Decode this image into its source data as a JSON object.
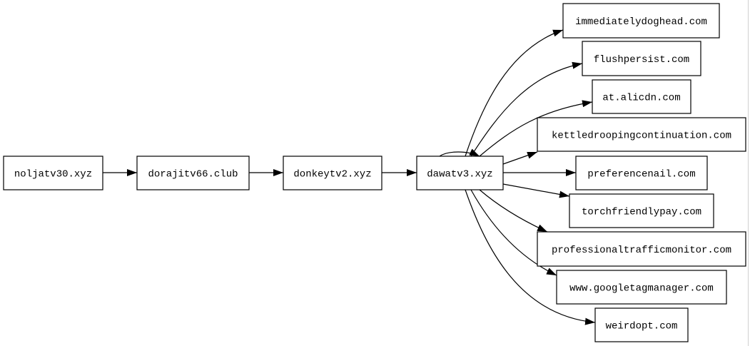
{
  "graph": {
    "nodes": [
      "noljatv30.xyz",
      "dorajitv66.club",
      "donkeytv2.xyz",
      "dawatv3.xyz",
      "immediatelydoghead.com",
      "flushpersist.com",
      "at.alicdn.com",
      "kettledroopingcontinuation.com",
      "preferencenail.com",
      "torchfriendlypay.com",
      "professionaltrafficmonitor.com",
      "www.googletagmanager.com",
      "weirdopt.com"
    ],
    "edges": [
      [
        0,
        1
      ],
      [
        1,
        2
      ],
      [
        2,
        3
      ],
      [
        3,
        3
      ],
      [
        3,
        4
      ],
      [
        3,
        5
      ],
      [
        3,
        6
      ],
      [
        3,
        7
      ],
      [
        3,
        8
      ],
      [
        3,
        9
      ],
      [
        3,
        10
      ],
      [
        3,
        11
      ],
      [
        3,
        12
      ]
    ]
  }
}
